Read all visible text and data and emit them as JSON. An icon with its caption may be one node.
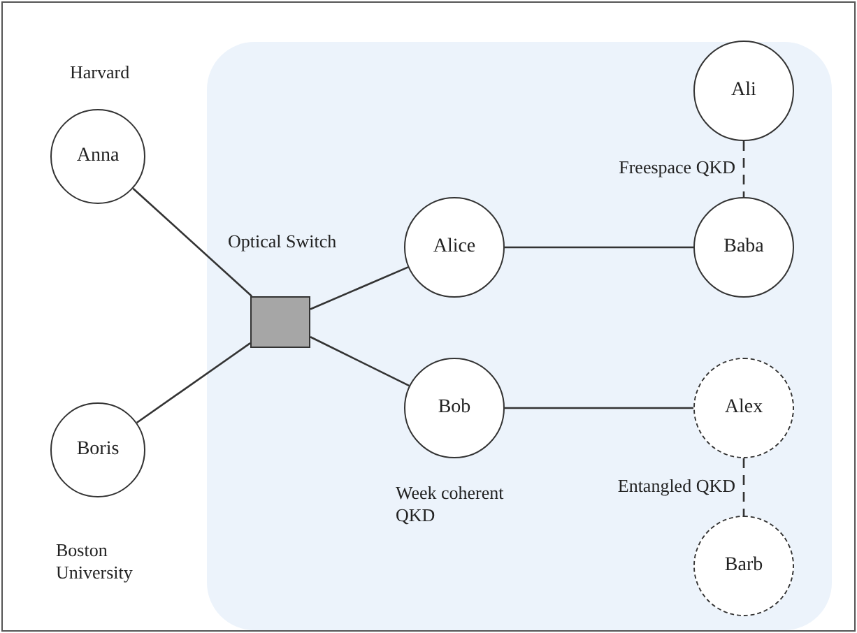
{
  "diagram": {
    "nodes": [
      {
        "text": [],
        "shape": "box"
      },
      {
        "text": [
          "Anna"
        ],
        "beside": [
          "Harvard"
        ]
      },
      {
        "text": [
          "Boris"
        ],
        "beside": [
          "Boston University"
        ]
      },
      {
        "text": [],
        "shape": "box",
        "in": 0,
        "beside": [
          "Optical Switch"
        ]
      },
      {
        "text": [
          "Alice"
        ],
        "in": 0
      },
      {
        "text": [
          "Baba"
        ],
        "in": 0
      },
      {
        "text": [
          "Ali"
        ],
        "in": 0
      },
      {
        "text": [
          "Bob"
        ],
        "in": 0,
        "beside": [
          "Week coherent QKD"
        ]
      },
      {
        "text": [
          "Alex"
        ],
        "in": 0
      },
      {
        "text": [
          "Barb"
        ],
        "in": 0
      }
    ],
    "edges": [
      {
        "from": 1,
        "to": 3,
        "arrow": "none"
      },
      {
        "from": 2,
        "to": 3,
        "arrow": "none"
      },
      {
        "from": 3,
        "to": 4,
        "arrow": "none"
      },
      {
        "from": 3,
        "to": 7,
        "arrow": "none"
      },
      {
        "from": 4,
        "to": 5,
        "arrow": "none"
      },
      {
        "from": 7,
        "to": 8,
        "arrow": "none"
      },
      {
        "from": 6,
        "to": 5,
        "arrow": "none",
        "style": "dashed",
        "label": "Freespace QKD"
      },
      {
        "from": 8,
        "to": 9,
        "arrow": "none",
        "style": "dashed",
        "label": "Entangled QKD"
      }
    ]
  }
}
